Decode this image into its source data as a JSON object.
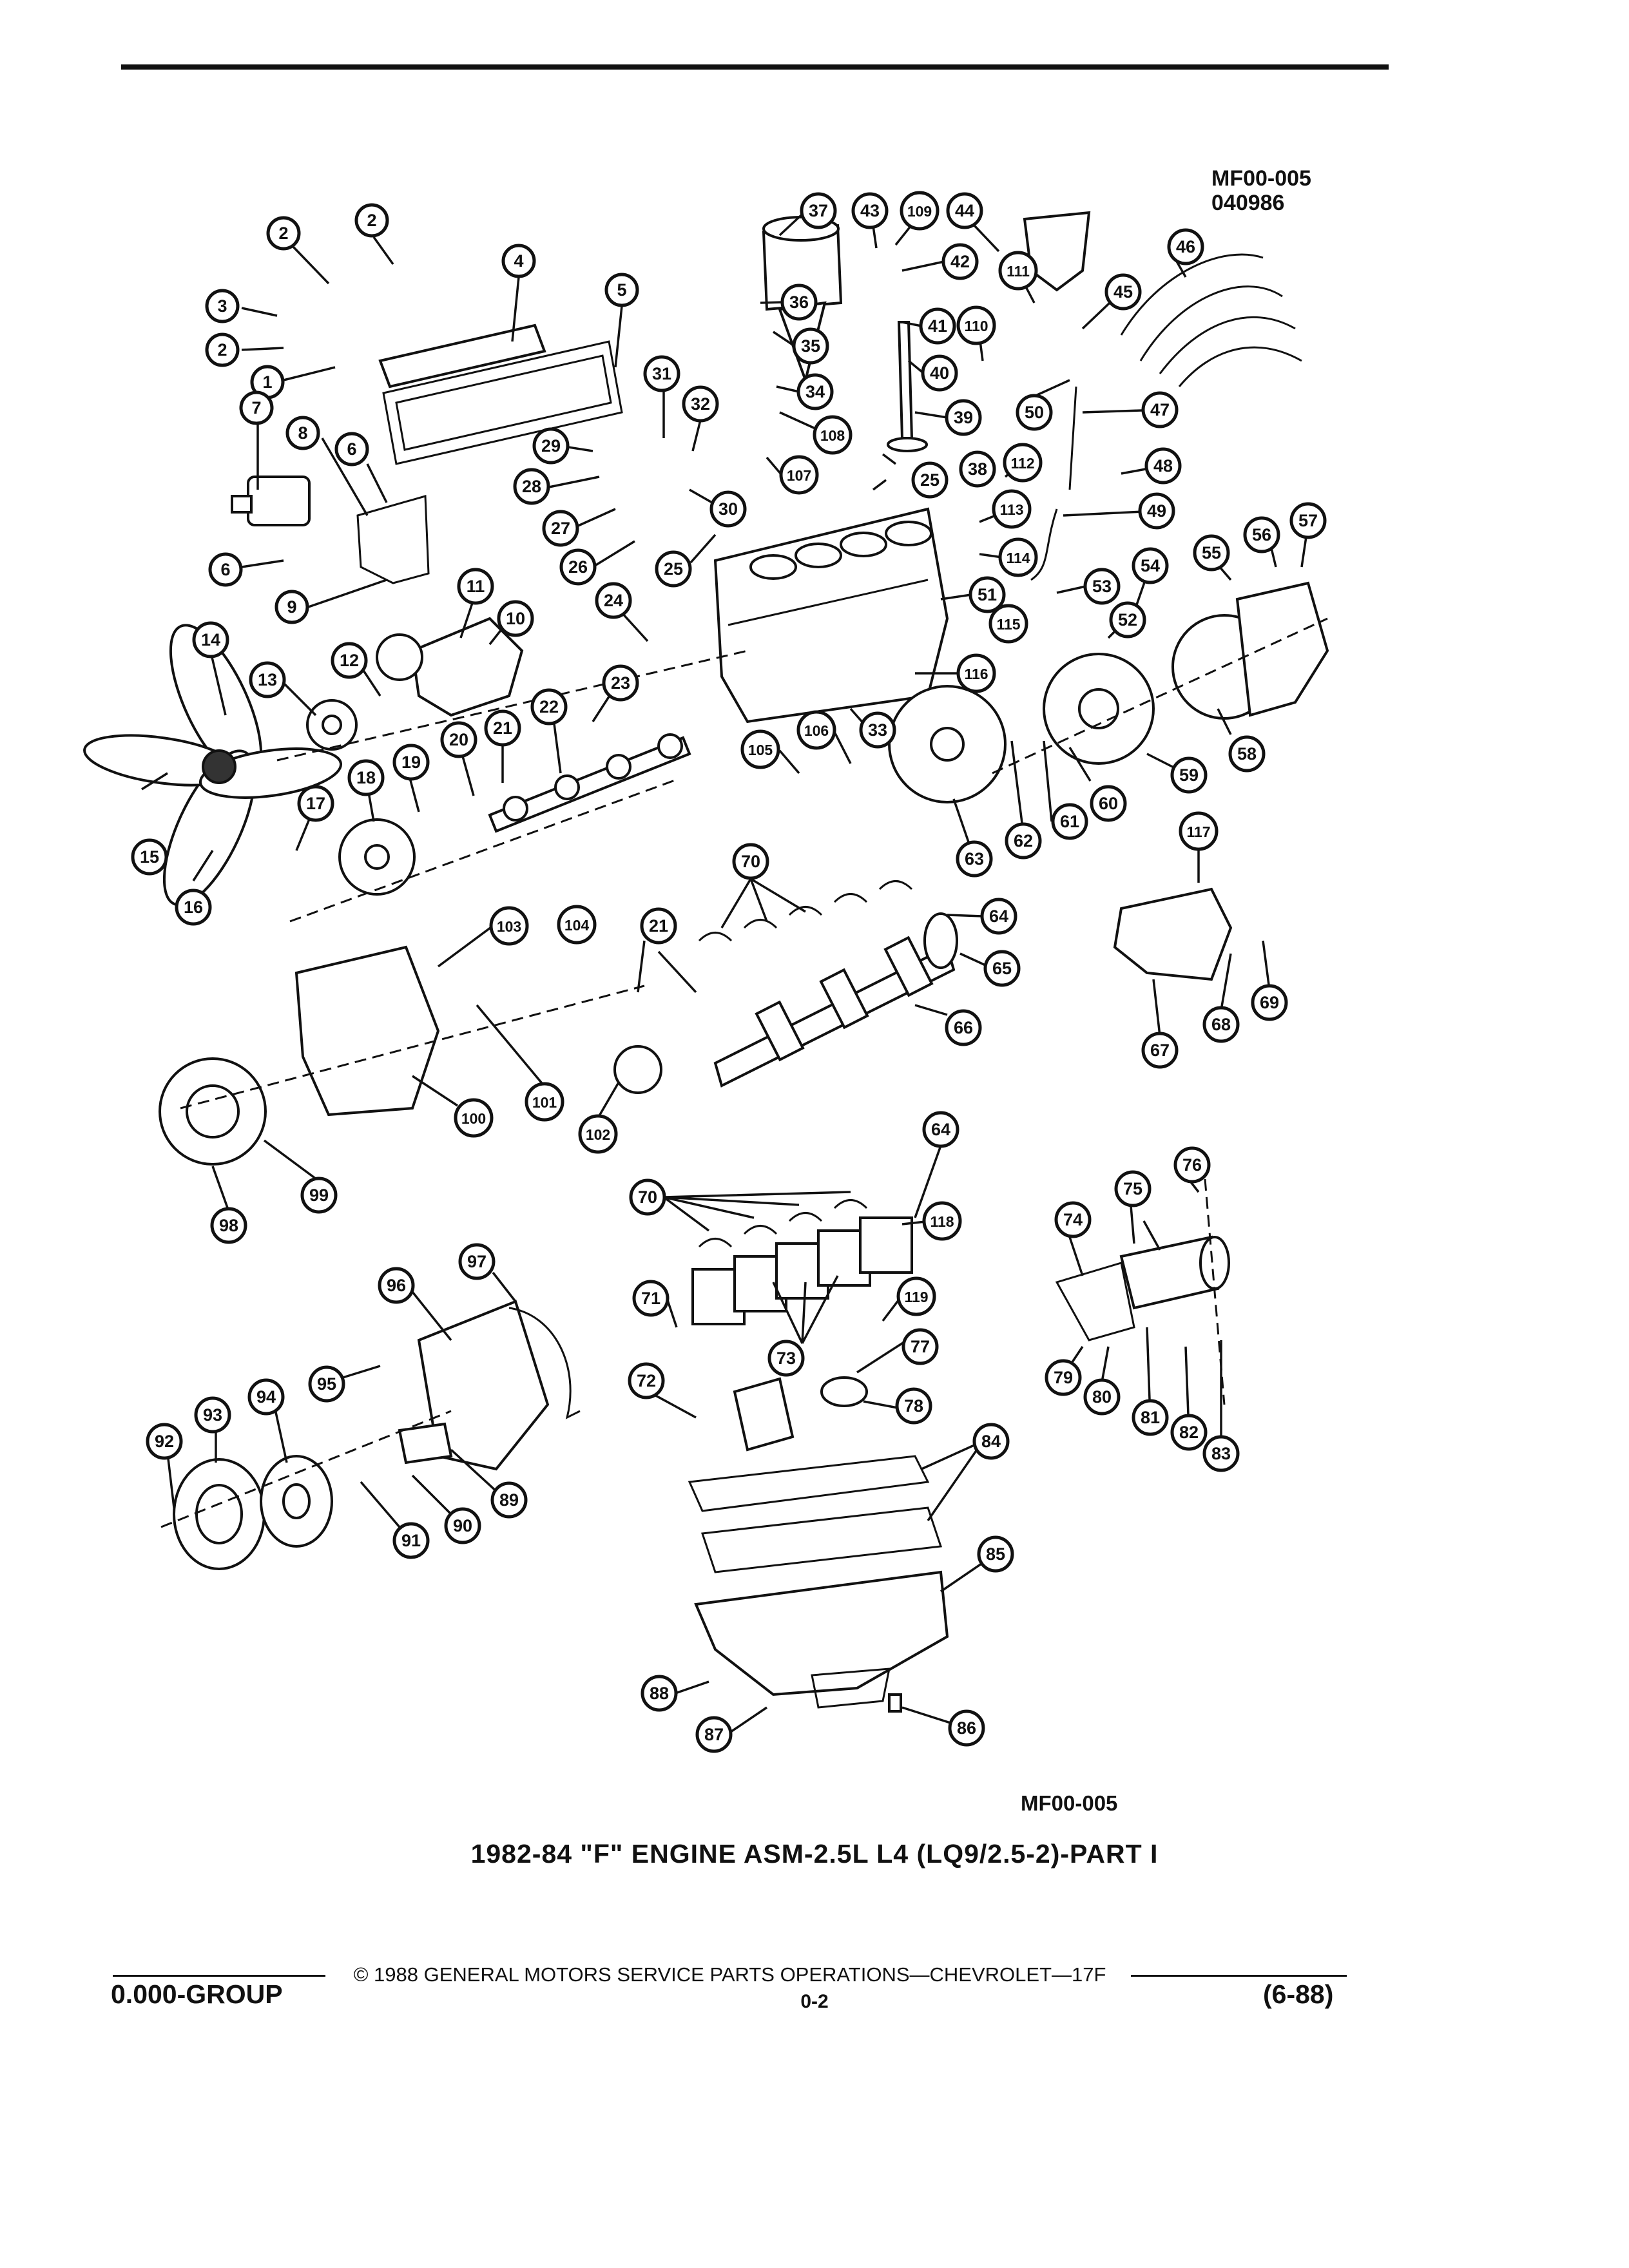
{
  "header": {
    "ref_code_top_line1": "MF00-005",
    "ref_code_top_line2": "040986"
  },
  "figure": {
    "ref_code_bottom": "MF00-005",
    "caption": "1982-84 \"F\" ENGINE ASM-2.5L L4 (LQ9/2.5-2)-PART I"
  },
  "footer": {
    "copyright": "© 1988 GENERAL MOTORS SERVICE PARTS OPERATIONS—CHEVROLET—17F",
    "group": "0.000-GROUP",
    "page": "0-2",
    "revision": "(6-88)"
  },
  "callouts": [
    "2",
    "2",
    "3",
    "4",
    "5",
    "2",
    "1",
    "7",
    "8",
    "6",
    "6",
    "9",
    "31",
    "32",
    "29",
    "28",
    "30",
    "27",
    "26",
    "25",
    "11",
    "10",
    "12",
    "13",
    "14",
    "24",
    "23",
    "22",
    "21",
    "20",
    "19",
    "18",
    "17",
    "15",
    "16",
    "37",
    "43",
    "109",
    "44",
    "42",
    "111",
    "36",
    "41",
    "110",
    "35",
    "40",
    "34",
    "39",
    "108",
    "107",
    "38",
    "25",
    "50",
    "46",
    "45",
    "47",
    "48",
    "49",
    "112",
    "113",
    "114",
    "51",
    "53",
    "115",
    "52",
    "54",
    "55",
    "56",
    "57",
    "116",
    "33",
    "106",
    "105",
    "60",
    "61",
    "62",
    "63",
    "59",
    "58",
    "117",
    "70",
    "64",
    "104",
    "21",
    "103",
    "65",
    "66",
    "101",
    "100",
    "102",
    "99",
    "98",
    "67",
    "68",
    "69",
    "64",
    "76",
    "70",
    "75",
    "74",
    "118",
    "97",
    "96",
    "71",
    "119",
    "73",
    "77",
    "72",
    "78",
    "79",
    "80",
    "81",
    "82",
    "83",
    "95",
    "94",
    "93",
    "92",
    "91",
    "90",
    "89",
    "84",
    "85",
    "88",
    "87",
    "86"
  ],
  "colors": {
    "ink": "#111111",
    "paper": "#ffffff"
  }
}
